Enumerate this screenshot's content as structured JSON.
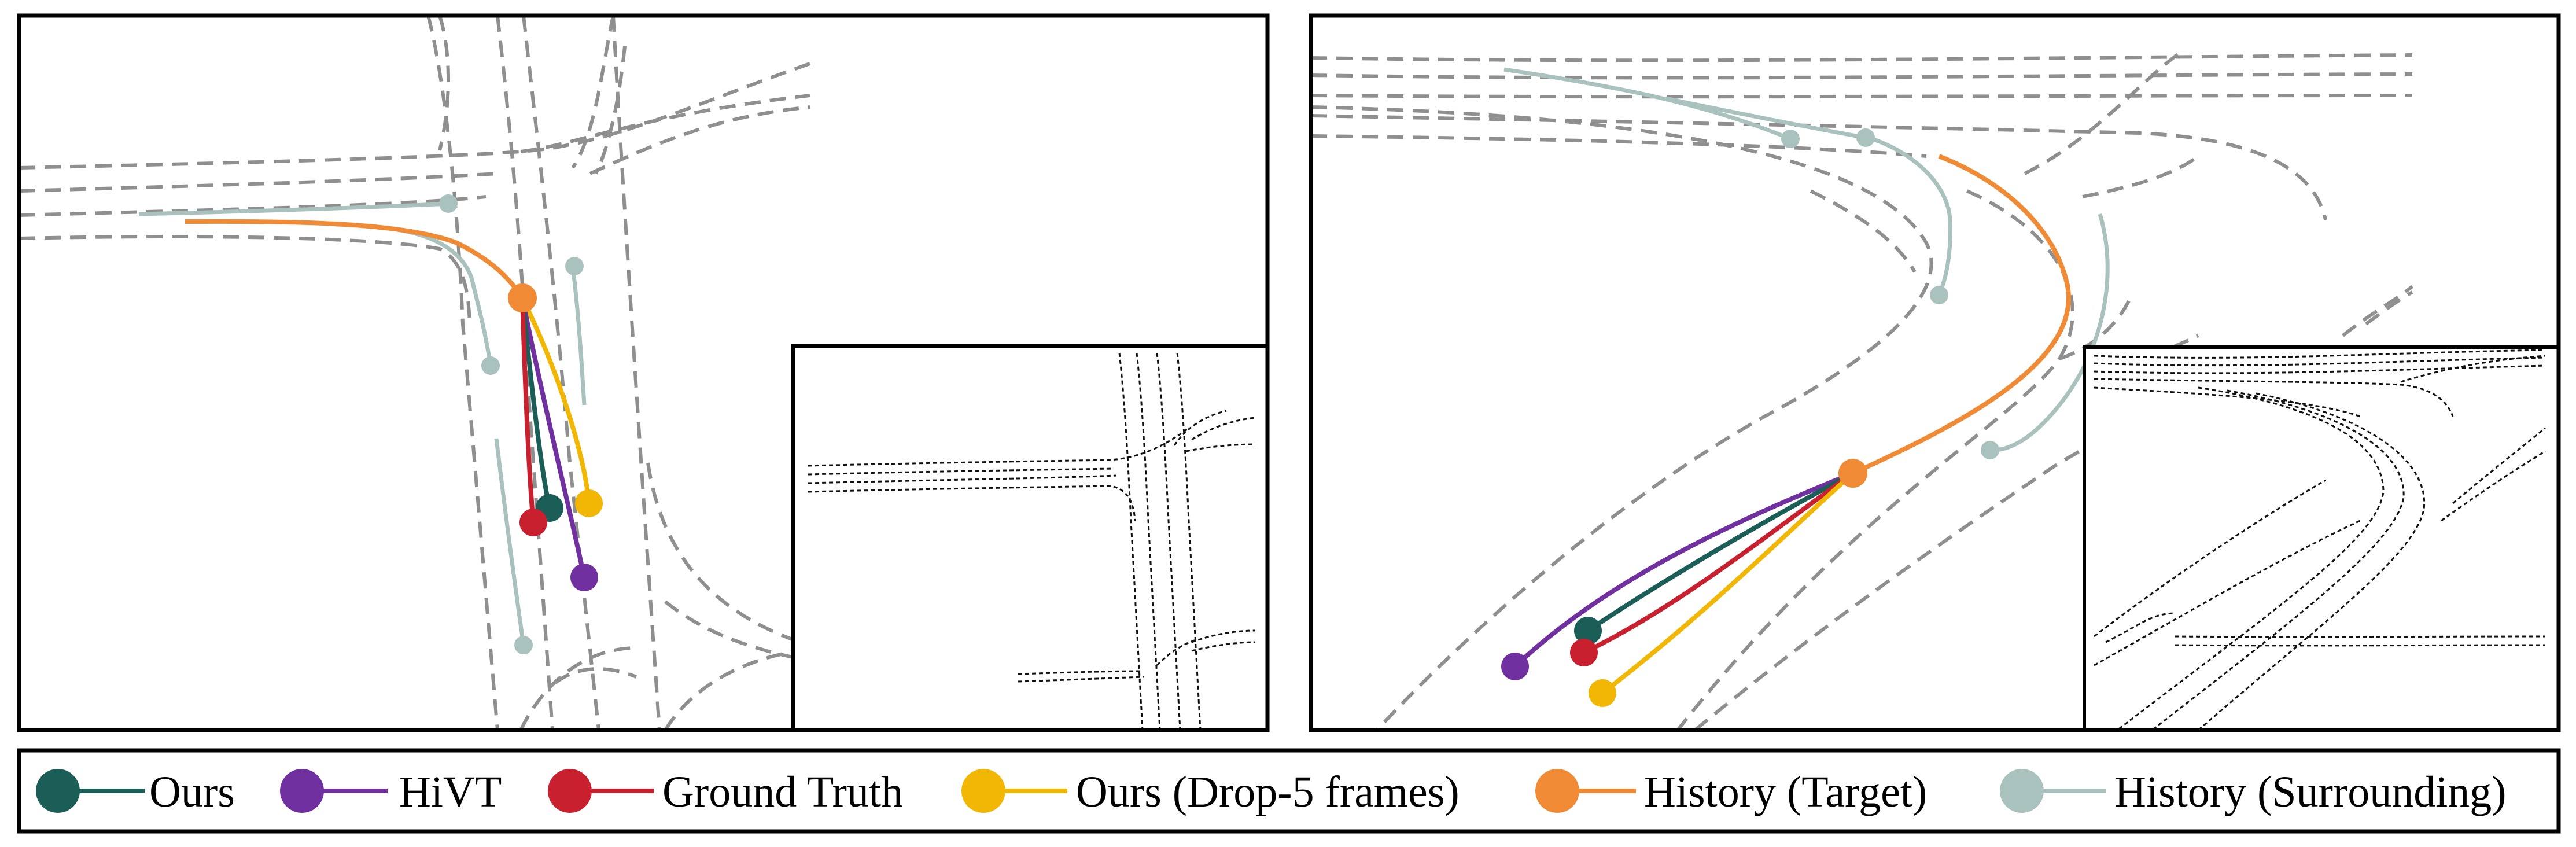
{
  "colors": {
    "ours": "#1b5e57",
    "hivt": "#7030a0",
    "ground_truth": "#c8202f",
    "ours_drop5": "#f2b705",
    "history_target": "#f08a34",
    "history_surrounding": "#a9c2be",
    "lane": "#8f8f8f",
    "inset_lane": "#111111",
    "frame": "#000000"
  },
  "legend": {
    "items": [
      {
        "key": "ours",
        "label": "Ours"
      },
      {
        "key": "hivt",
        "label": "HiVT"
      },
      {
        "key": "ground_truth",
        "label": "Ground Truth"
      },
      {
        "key": "ours_drop5",
        "label": "Ours (Drop-5 frames)"
      },
      {
        "key": "history_target",
        "label": "History (Target)"
      },
      {
        "key": "history_surrounding",
        "label": "History (Surrounding)"
      }
    ]
  }
}
